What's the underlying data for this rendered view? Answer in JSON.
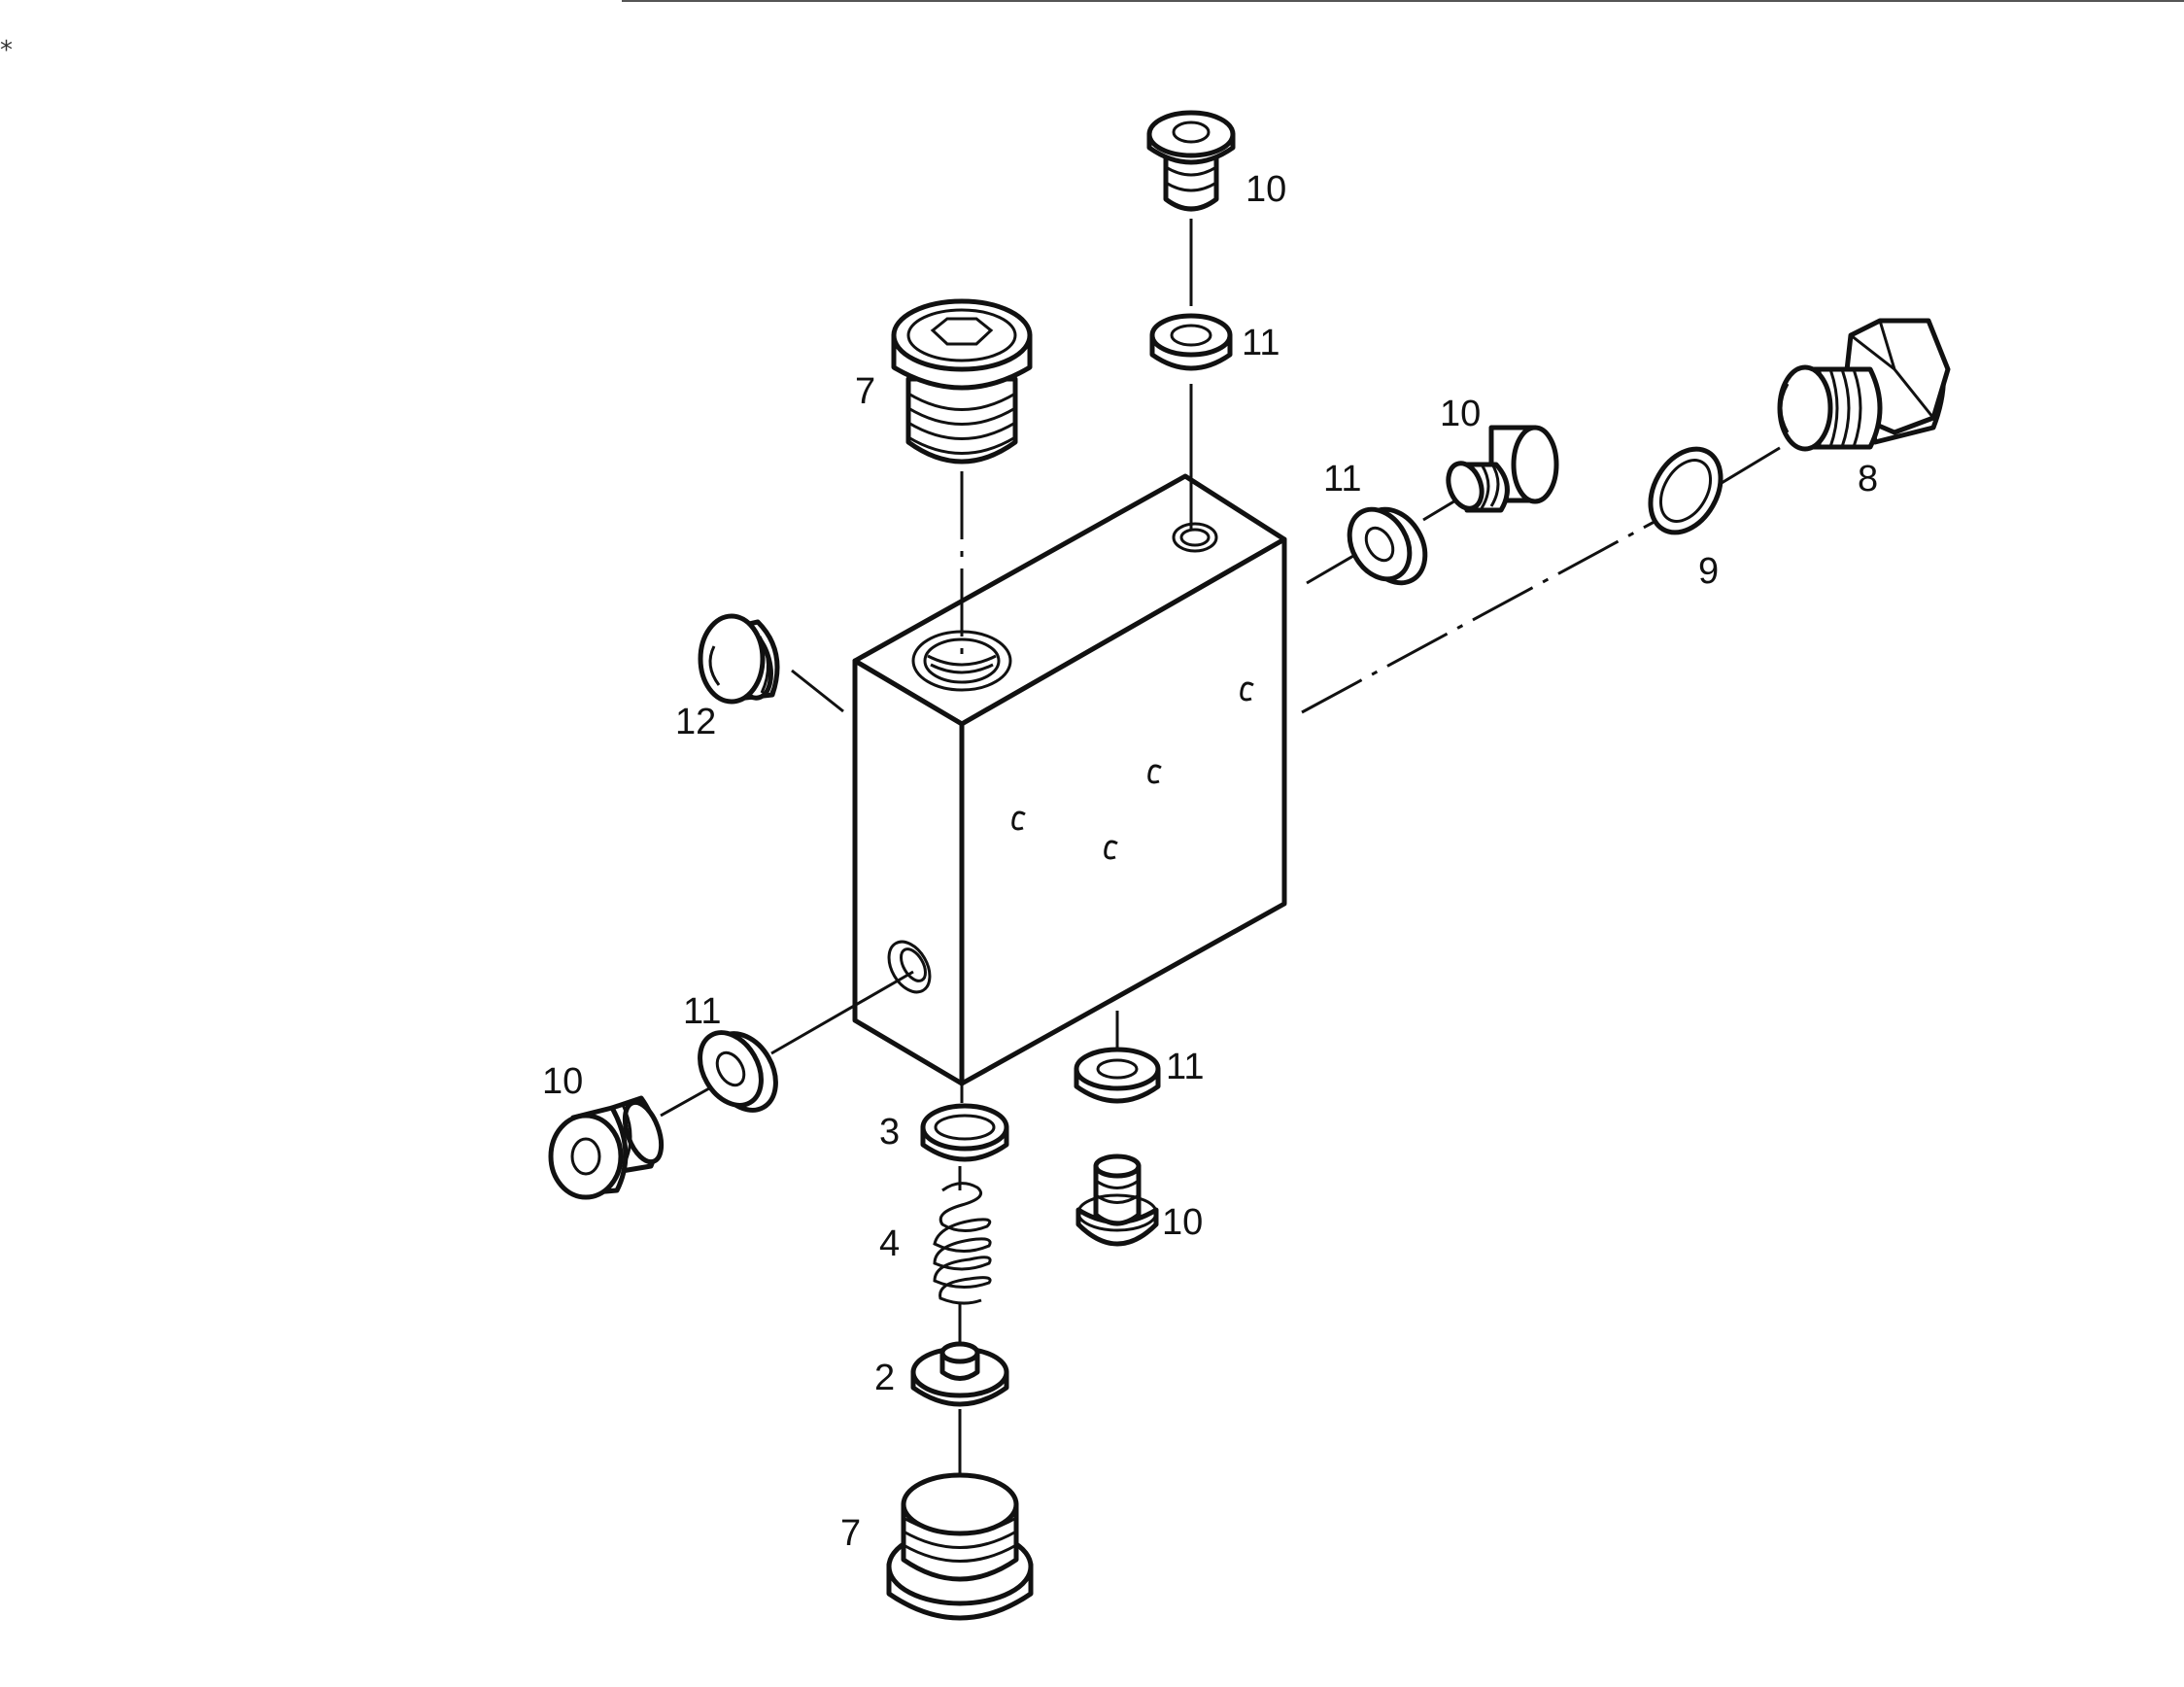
{
  "labels": {
    "upper_plug_10": "10",
    "upper_seal_11": "11",
    "top_plug_7": "7",
    "right_seal_11": "11",
    "right_plug_10": "10",
    "ring_9": "9",
    "bolt_8": "8",
    "side_plug_12": "12",
    "left_seal_11": "11",
    "left_plug_10": "10",
    "bottom_seal_11": "11",
    "bottom_plug_10": "10",
    "cap_3": "3",
    "spring_4": "4",
    "seat_2": "2",
    "bottom_plug_7": "7"
  }
}
